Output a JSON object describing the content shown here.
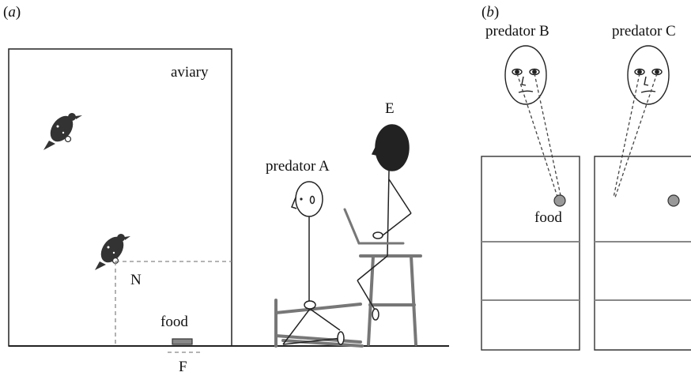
{
  "panel_a": {
    "label_prefix": "(",
    "label_letter": "a",
    "label_suffix": ")",
    "aviary_label": "aviary",
    "predator_label": "predator A",
    "experimenter_label": "E",
    "near_label": "N",
    "food_label": "food",
    "far_label": "F"
  },
  "panel_b": {
    "label_prefix": "(",
    "label_letter": "b",
    "label_suffix": ")",
    "predator_b_label": "predator B",
    "predator_c_label": "predator C",
    "food_label": "food"
  },
  "colors": {
    "line": "#222222",
    "furniture": "#777777",
    "food": "#999999",
    "head_dark": "#222222"
  }
}
